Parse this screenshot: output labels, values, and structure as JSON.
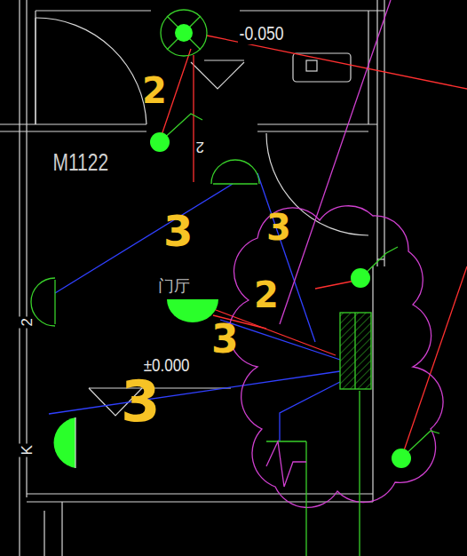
{
  "diagram": {
    "labels": [
      "-0.050",
      "2",
      "M1122",
      "2",
      "3",
      "3",
      "门厅",
      "2",
      "2",
      "3",
      "±0.000",
      "3",
      "K"
    ]
  }
}
